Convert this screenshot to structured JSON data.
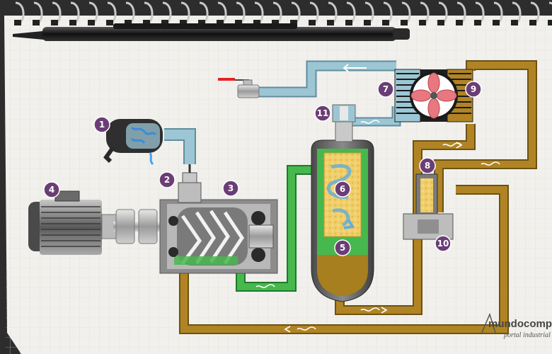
{
  "diagram": {
    "components": [
      {
        "number": "1",
        "icon": "air-filter-icon"
      },
      {
        "number": "2",
        "icon": "intake-valve-icon"
      },
      {
        "number": "3",
        "icon": "screw-compressor-icon"
      },
      {
        "number": "4",
        "icon": "electric-motor-icon"
      },
      {
        "number": "5",
        "icon": "separator-tank-icon"
      },
      {
        "number": "6",
        "icon": "separator-element-icon"
      },
      {
        "number": "7",
        "icon": "air-cooler-icon"
      },
      {
        "number": "8",
        "icon": "oil-filter-icon"
      },
      {
        "number": "9",
        "icon": "oil-cooler-icon"
      },
      {
        "number": "10",
        "icon": "thermostatic-valve-icon"
      },
      {
        "number": "11",
        "icon": "min-pressure-valve-icon"
      }
    ]
  },
  "brand": {
    "name": "mundocompresor",
    "tagline": "portal industrial"
  },
  "colors": {
    "air_line": "#7fb3c4",
    "air_oil_line": "#3fae49",
    "oil_line": "#a0781c",
    "badge": "#6b3d75",
    "paper": "#f1f0ec",
    "fan_blade": "#e8777f"
  }
}
